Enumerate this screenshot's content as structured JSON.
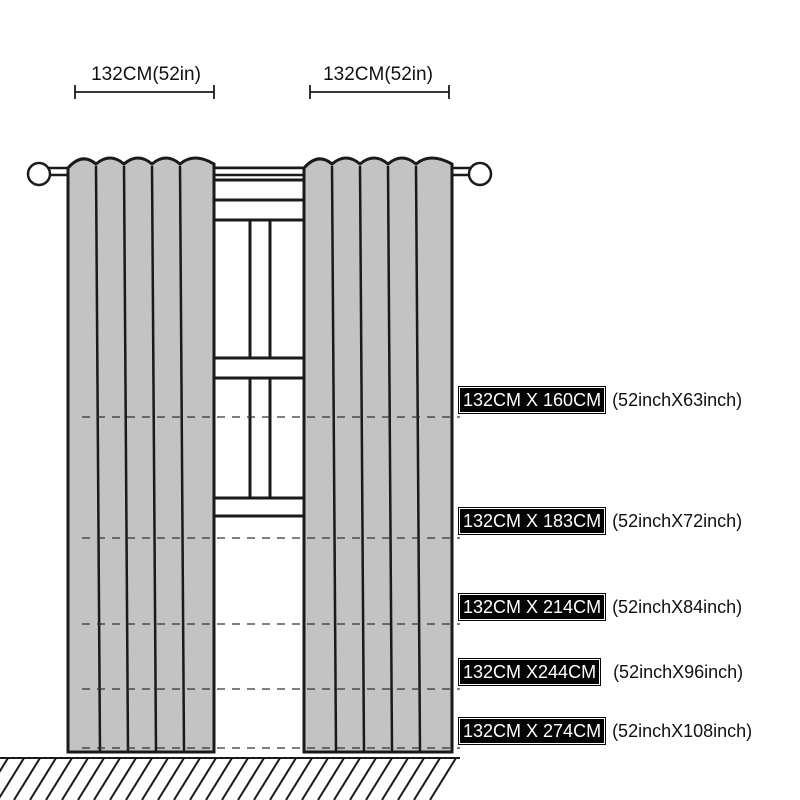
{
  "panel_widths": [
    {
      "label": "132CM(52in)"
    },
    {
      "label": "132CM(52in)"
    }
  ],
  "sizes": [
    {
      "metric": "132CM X 160CM",
      "inches": "(52inchX63inch)"
    },
    {
      "metric": "132CM X 183CM",
      "inches": "(52inchX72inch)"
    },
    {
      "metric": "132CM X 214CM",
      "inches": "(52inchX84inch)"
    },
    {
      "metric": "132CM X244CM",
      "inches": "(52inchX96inch)"
    },
    {
      "metric": "132CM X 274CM",
      "inches": "(52inchX108inch)"
    }
  ],
  "colors": {
    "curtain_fill": "#c3c3c3",
    "outline": "#1a1a1a",
    "label_background": "#050505",
    "label_text": "#ffffff"
  }
}
